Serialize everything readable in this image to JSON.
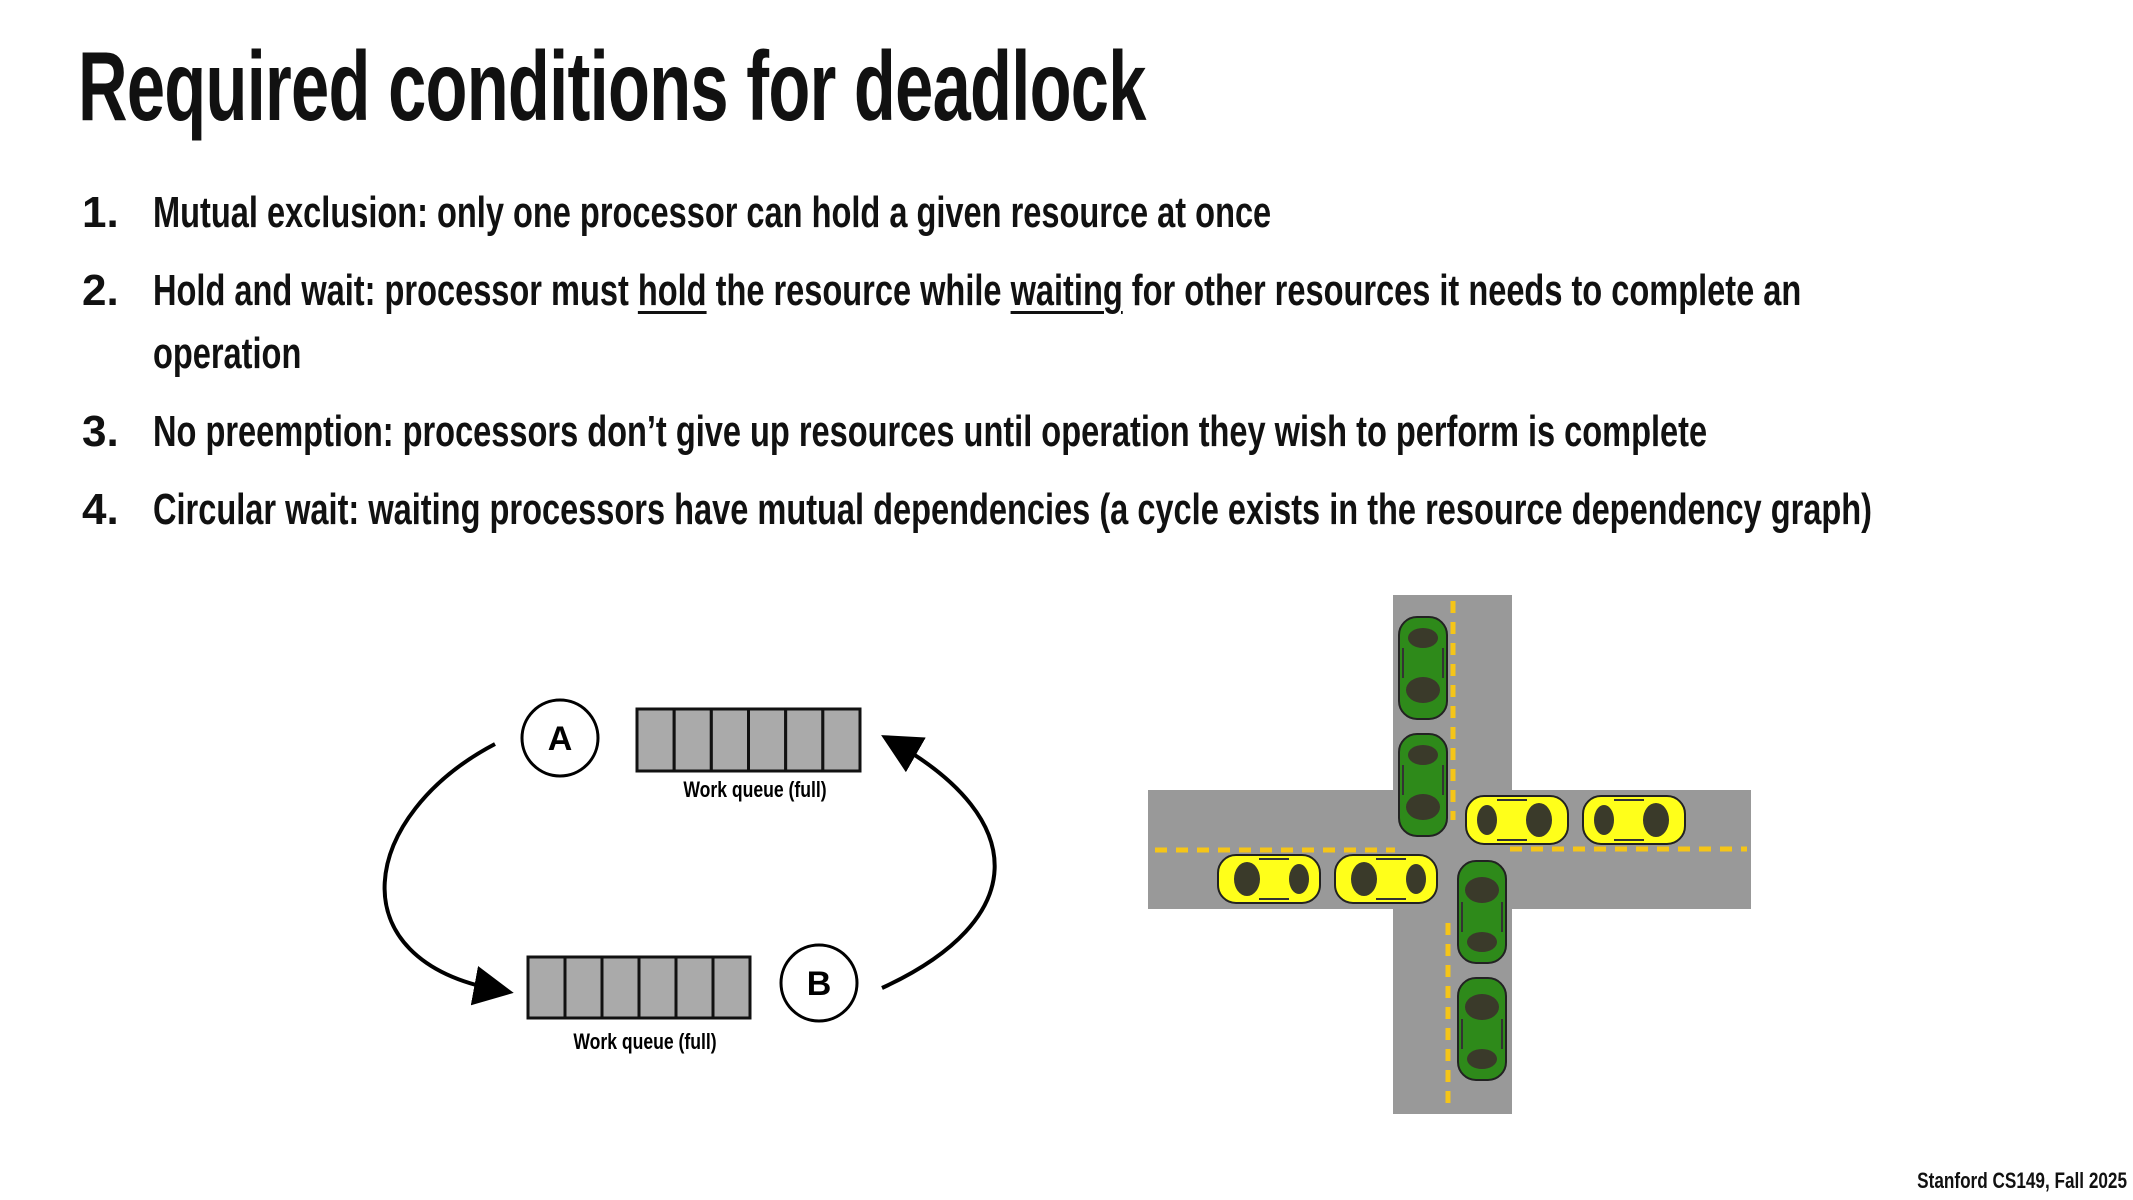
{
  "title": "Required conditions for deadlock",
  "conditions": [
    {
      "number": "1.",
      "text": "Mutual exclusion: only one processor can hold a given resource at once"
    },
    {
      "number": "2.",
      "pre": "Hold and wait: processor must ",
      "u1": "hold",
      "mid": " the resource while ",
      "u2": "waiting",
      "post": " for other resources it needs to complete an",
      "cont": "operation"
    },
    {
      "number": "3.",
      "text": "No preemption: processors don’t give up resources until operation they wish to perform is complete"
    },
    {
      "number": "4.",
      "text": "Circular wait:  waiting processors have mutual dependencies (a cycle exists in the resource dependency graph)"
    }
  ],
  "diagram": {
    "node_a": "A",
    "node_b": "B",
    "queue_label_top": "Work queue (full)",
    "queue_label_bottom": "Work queue (full)",
    "queue_slots": 6
  },
  "intersection": {
    "road_color": "#999999",
    "line_color": "#f5c518",
    "green_car_color": "#2e8a1a",
    "yellow_car_color": "#ffff1a"
  },
  "footer": "Stanford CS149, Fall 2025"
}
